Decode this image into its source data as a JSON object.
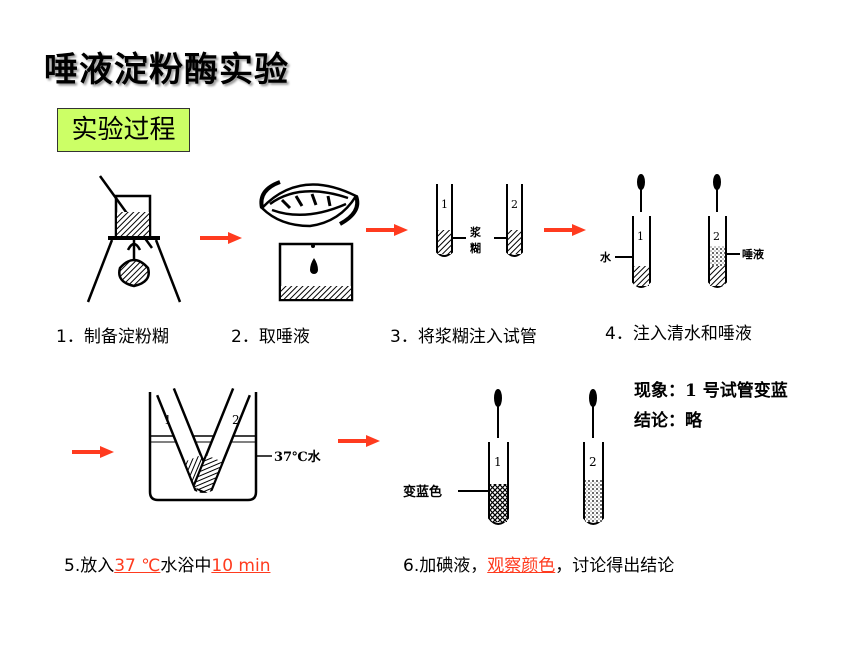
{
  "title": "唾液淀粉酶实验",
  "section_tag": "实验过程",
  "steps": [
    {
      "caption": "1．制备淀粉糊"
    },
    {
      "caption": "2．取唾液"
    },
    {
      "caption": "3．将浆糊注入试管"
    },
    {
      "caption": "4．注入清水和唾液"
    },
    {
      "caption_parts": [
        "5.放入",
        "37 ℃",
        "水浴中",
        "10 min"
      ]
    },
    {
      "caption_parts": [
        "6.加碘液，",
        "观察颜色",
        "，讨论得出结论"
      ]
    }
  ],
  "figure_labels": {
    "tube1": "1",
    "tube2": "2",
    "paste": "浆\n糊",
    "paste_line1": "浆",
    "paste_line2": "糊",
    "water": "水",
    "saliva": "唾液",
    "bath": "37℃水",
    "turned_blue": "变蓝色"
  },
  "result_note": {
    "phenomenon": "现象：1 号试管变蓝",
    "conclusion": "结论：略"
  },
  "colors": {
    "arrow": "#ff3b1f",
    "tag_bg": "#ccff66",
    "highlight": "#ff3b1f"
  }
}
